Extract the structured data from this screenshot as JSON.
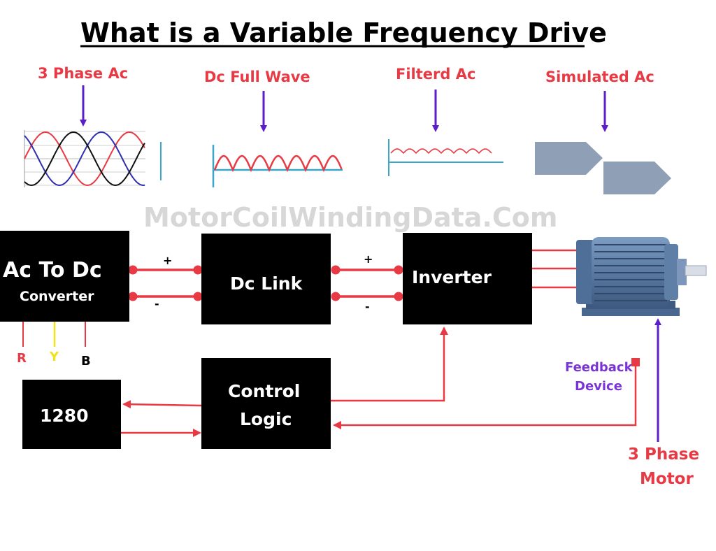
{
  "title": "What is a Variable Frequency Drive",
  "watermark": "MotorCoilWindingData.Com",
  "waveforms": {
    "three_phase": "3 Phase Ac",
    "dc_full_wave": "Dc Full Wave",
    "filtered": "Filterd Ac",
    "simulated": "Simulated Ac"
  },
  "blocks": {
    "converter_main": "Ac To Dc",
    "converter_sub": "Converter",
    "dc_link": "Dc Link",
    "inverter": "Inverter",
    "control_line1": "Control",
    "control_line2": "Logic",
    "keypad": "1280"
  },
  "signs": {
    "plus": "+",
    "minus": "-"
  },
  "phases": [
    {
      "label": "R",
      "color": "#e83a45"
    },
    {
      "label": "Y",
      "color": "#f2e21c"
    },
    {
      "label": "B",
      "color": "#000000"
    }
  ],
  "feedback": {
    "line1": "Feedback",
    "line2": "Device"
  },
  "motor": {
    "line1": "3 Phase",
    "line2": "Motor"
  },
  "colors": {
    "wire": "#e83a45",
    "arrow": "#5b1ec9",
    "block": "#000000",
    "motor_body": "#5f7fa6",
    "simulated_fill": "#8f9fb6"
  }
}
